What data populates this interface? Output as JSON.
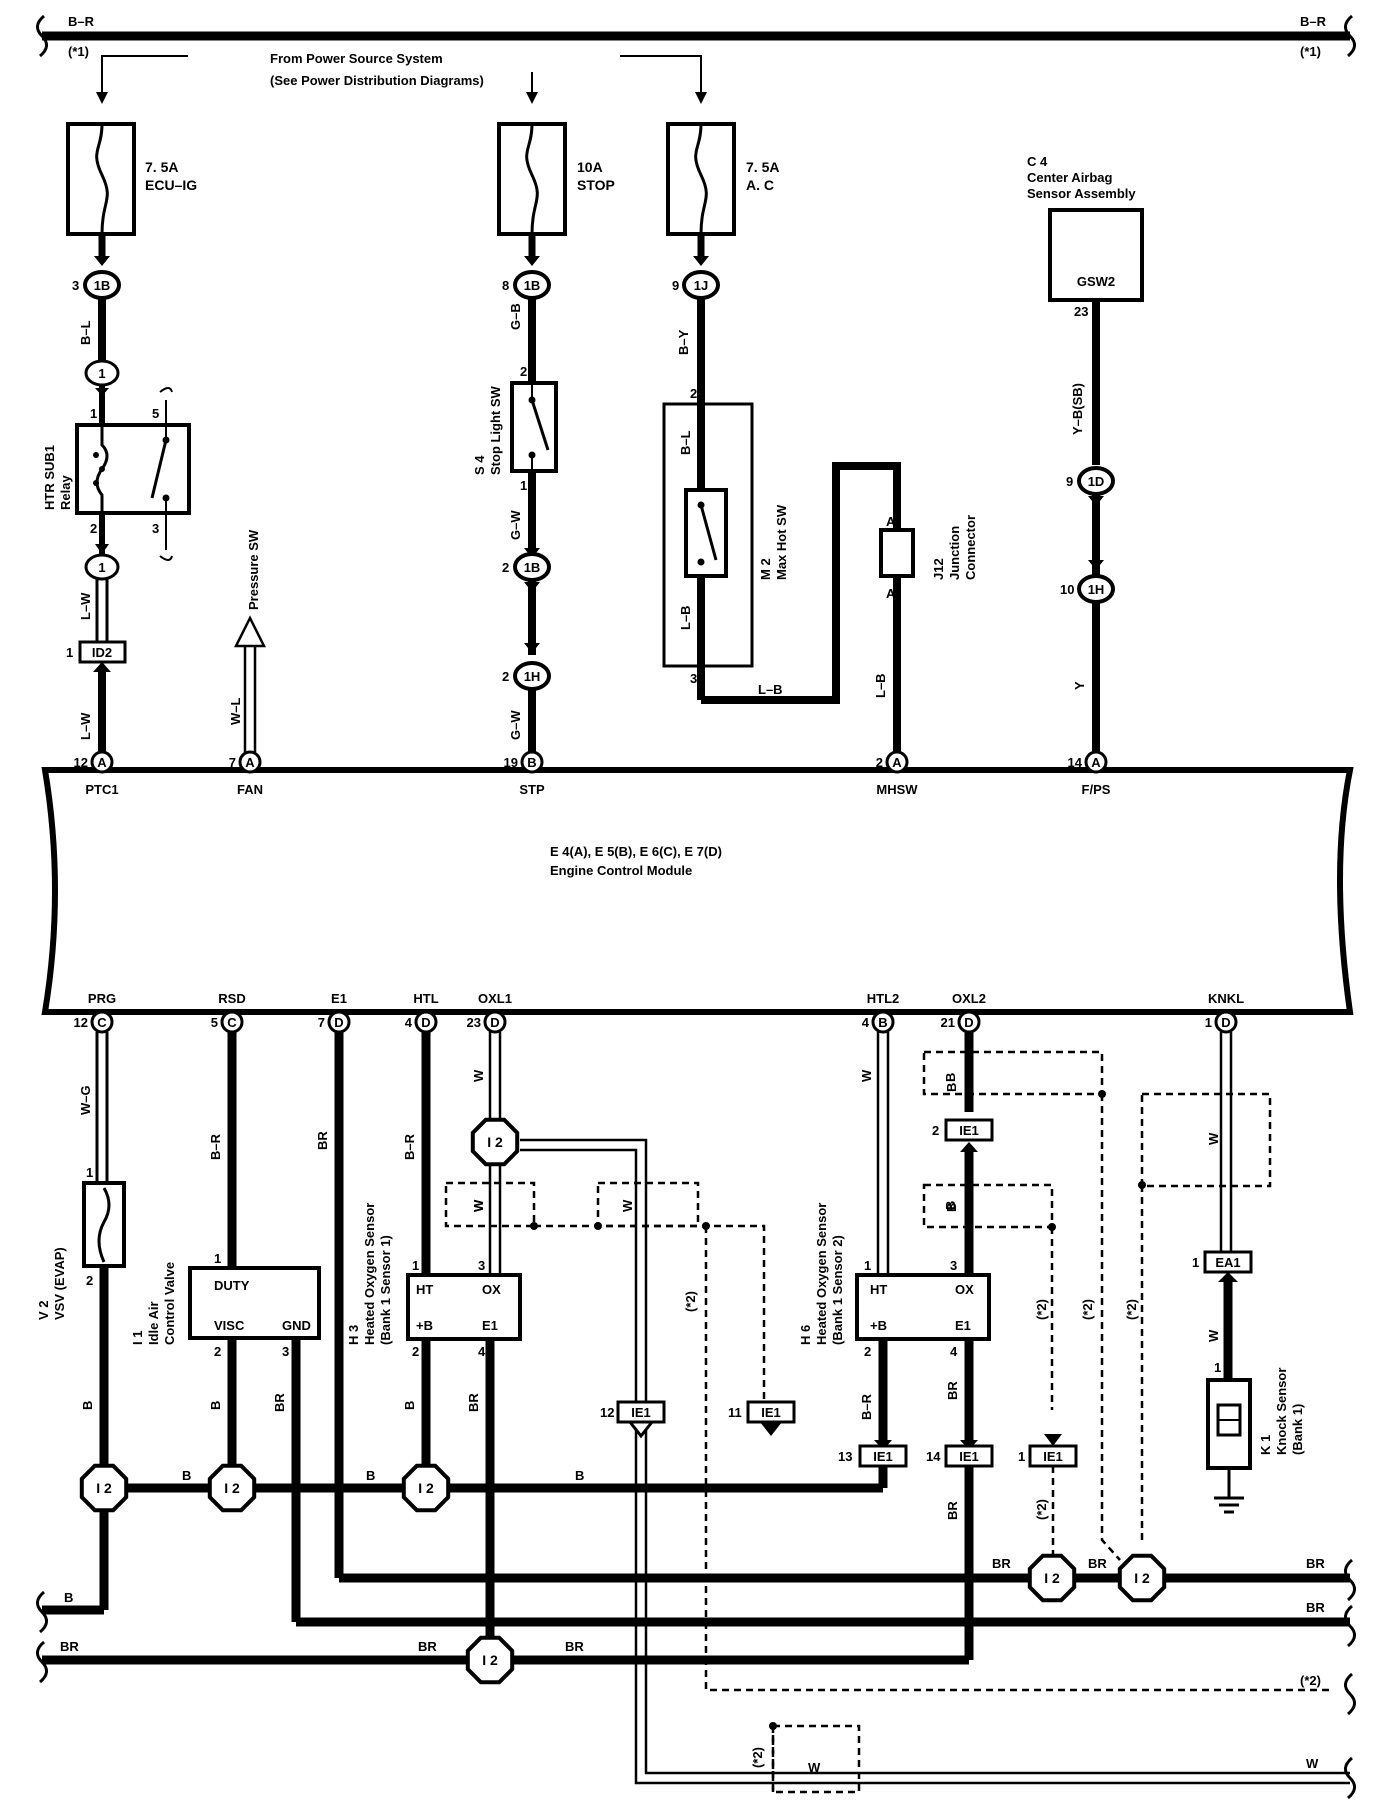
{
  "power": {
    "top_left": "B–R",
    "top_right": "B–R",
    "note_left": "(*1)",
    "note_right": "(*1)",
    "source_1": "From Power Source System",
    "source_2": "(See Power Distribution Diagrams)"
  },
  "fuses": {
    "ecu_ig_amp": "7. 5A",
    "ecu_ig_name": "ECU–IG",
    "stop_amp": "10A",
    "stop_name": "STOP",
    "ac_amp": "7. 5A",
    "ac_name": "A. C"
  },
  "connectors": {
    "c_3": "3",
    "c_1b_a": "1B",
    "c_8": "8",
    "c_1b_b": "1B",
    "c_9": "9",
    "c_1j": "1J",
    "c_9b": "9",
    "c_1d": "1D",
    "c_10": "10",
    "c_1h_a": "1H",
    "c_2a": "2",
    "c_1b_c": "1B",
    "c_2b": "2",
    "c_1h_b": "1H",
    "j1": "1",
    "j1b": "1",
    "id2": "ID2",
    "id2_pin": "1",
    "ie1": "IE1",
    "ea1": "EA1",
    "i2": "I 2",
    "ie1_2": "2",
    "ie1_12": "12",
    "ie1_11": "11",
    "ie1_13": "13",
    "ie1_14": "14",
    "ie1_1": "1",
    "ea1_1": "1"
  },
  "wires": {
    "bl": "B–L",
    "lw": "L–W",
    "lw2": "L–W",
    "wl": "W–L",
    "gb": "G–B",
    "gw": "G–W",
    "gw2": "G–W",
    "by": "B–Y",
    "bl2": "B–L",
    "lb": "L–B",
    "lb2": "L–B",
    "lb3": "L–B",
    "ybsb": "Y–B(SB)",
    "y": "Y",
    "wg": "W–G",
    "br": "B–R",
    "br2": "B–R",
    "br_e1": "BR",
    "b": "B",
    "w": "W",
    "br_h6": "B–R"
  },
  "components": {
    "c4_id": "C 4",
    "c4_name1": "Center Airbag",
    "c4_name2": "Sensor Assembly",
    "c4_pin_name": "GSW2",
    "c4_pin": "23",
    "htr_1": "HTR SUB1",
    "htr_2": "Relay",
    "htr_p1": "1",
    "htr_p5": "5",
    "htr_p2": "2",
    "htr_p3": "3",
    "pressure_sw": "Pressure SW",
    "s4_id": "S 4",
    "s4_name": "Stop Light SW",
    "s4_p2": "2",
    "s4_p1": "1",
    "m2_id": "M 2",
    "m2_name": "Max Hot SW",
    "m2_p2": "2",
    "m2_p3": "3",
    "j12_id": "J12",
    "j12_1": "Junction",
    "j12_2": "Connector",
    "j12_a1": "A",
    "j12_a2": "A",
    "ecm_1": "E 4(A), E 5(B), E 6(C), E 7(D)",
    "ecm_2": "Engine Control Module",
    "v2_id": "V 2",
    "v2_name": "VSV (EVAP)",
    "v2_p1": "1",
    "v2_p2": "2",
    "i1_id": "I 1",
    "i1_1": "Idle Air",
    "i1_2": "Control Valve",
    "i1_duty": "DUTY",
    "i1_visc": "VISC",
    "i1_gnd": "GND",
    "i1_p1": "1",
    "i1_p2": "2",
    "i1_p3": "3",
    "h3_id": "H 3",
    "h3_1": "Heated Oxygen Sensor",
    "h3_2": "(Bank 1 Sensor 1)",
    "ht": "HT",
    "ox": "OX",
    "pb": "+B",
    "e1": "E1",
    "h3_p1": "1",
    "h3_p3": "3",
    "h3_p2": "2",
    "h3_p4": "4",
    "h6_id": "H 6",
    "h6_1": "Heated Oxygen Sensor",
    "h6_2": "(Bank 1 Sensor 2)",
    "h6_p1": "1",
    "h6_p3": "3",
    "h6_p2": "2",
    "h6_p4": "4",
    "k1_id": "K 1",
    "k1_1": "Knock Sensor",
    "k1_2": "(Bank 1)",
    "k1_p1": "1"
  },
  "ecm_pins_top": [
    {
      "num": "12",
      "conn": "A",
      "name": "PTC1"
    },
    {
      "num": "7",
      "conn": "A",
      "name": "FAN"
    },
    {
      "num": "19",
      "conn": "B",
      "name": "STP"
    },
    {
      "num": "2",
      "conn": "A",
      "name": "MHSW"
    },
    {
      "num": "14",
      "conn": "A",
      "name": "F/PS"
    }
  ],
  "ecm_pins_bottom": [
    {
      "num": "12",
      "conn": "C",
      "name": "PRG"
    },
    {
      "num": "5",
      "conn": "C",
      "name": "RSD"
    },
    {
      "num": "7",
      "conn": "D",
      "name": "E1"
    },
    {
      "num": "4",
      "conn": "D",
      "name": "HTL"
    },
    {
      "num": "23",
      "conn": "D",
      "name": "OXL1"
    },
    {
      "num": "4",
      "conn": "B",
      "name": "HTL2"
    },
    {
      "num": "21",
      "conn": "D",
      "name": "OXL2"
    },
    {
      "num": "1",
      "conn": "D",
      "name": "KNKL"
    }
  ],
  "notes": {
    "star2": "(*2)"
  }
}
